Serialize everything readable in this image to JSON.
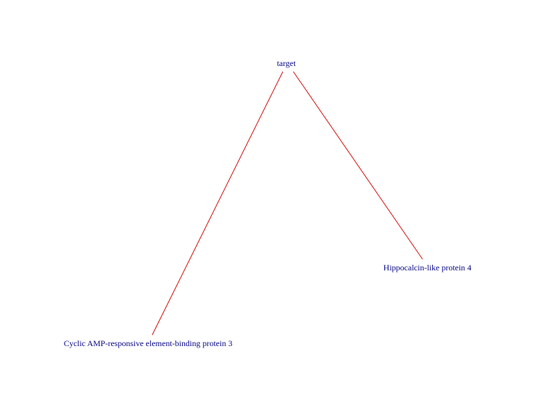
{
  "graph": {
    "edge_color": "#cc0000",
    "label_color": "#000080",
    "nodes": [
      {
        "id": "target",
        "label": "target"
      },
      {
        "id": "creb3",
        "label": "Cyclic AMP-responsive element-binding protein 3"
      },
      {
        "id": "hpcal4",
        "label": "Hippocalcin-like protein 4"
      }
    ],
    "edges": [
      {
        "from": "target",
        "to": "creb3"
      },
      {
        "from": "target",
        "to": "hpcal4"
      }
    ]
  }
}
